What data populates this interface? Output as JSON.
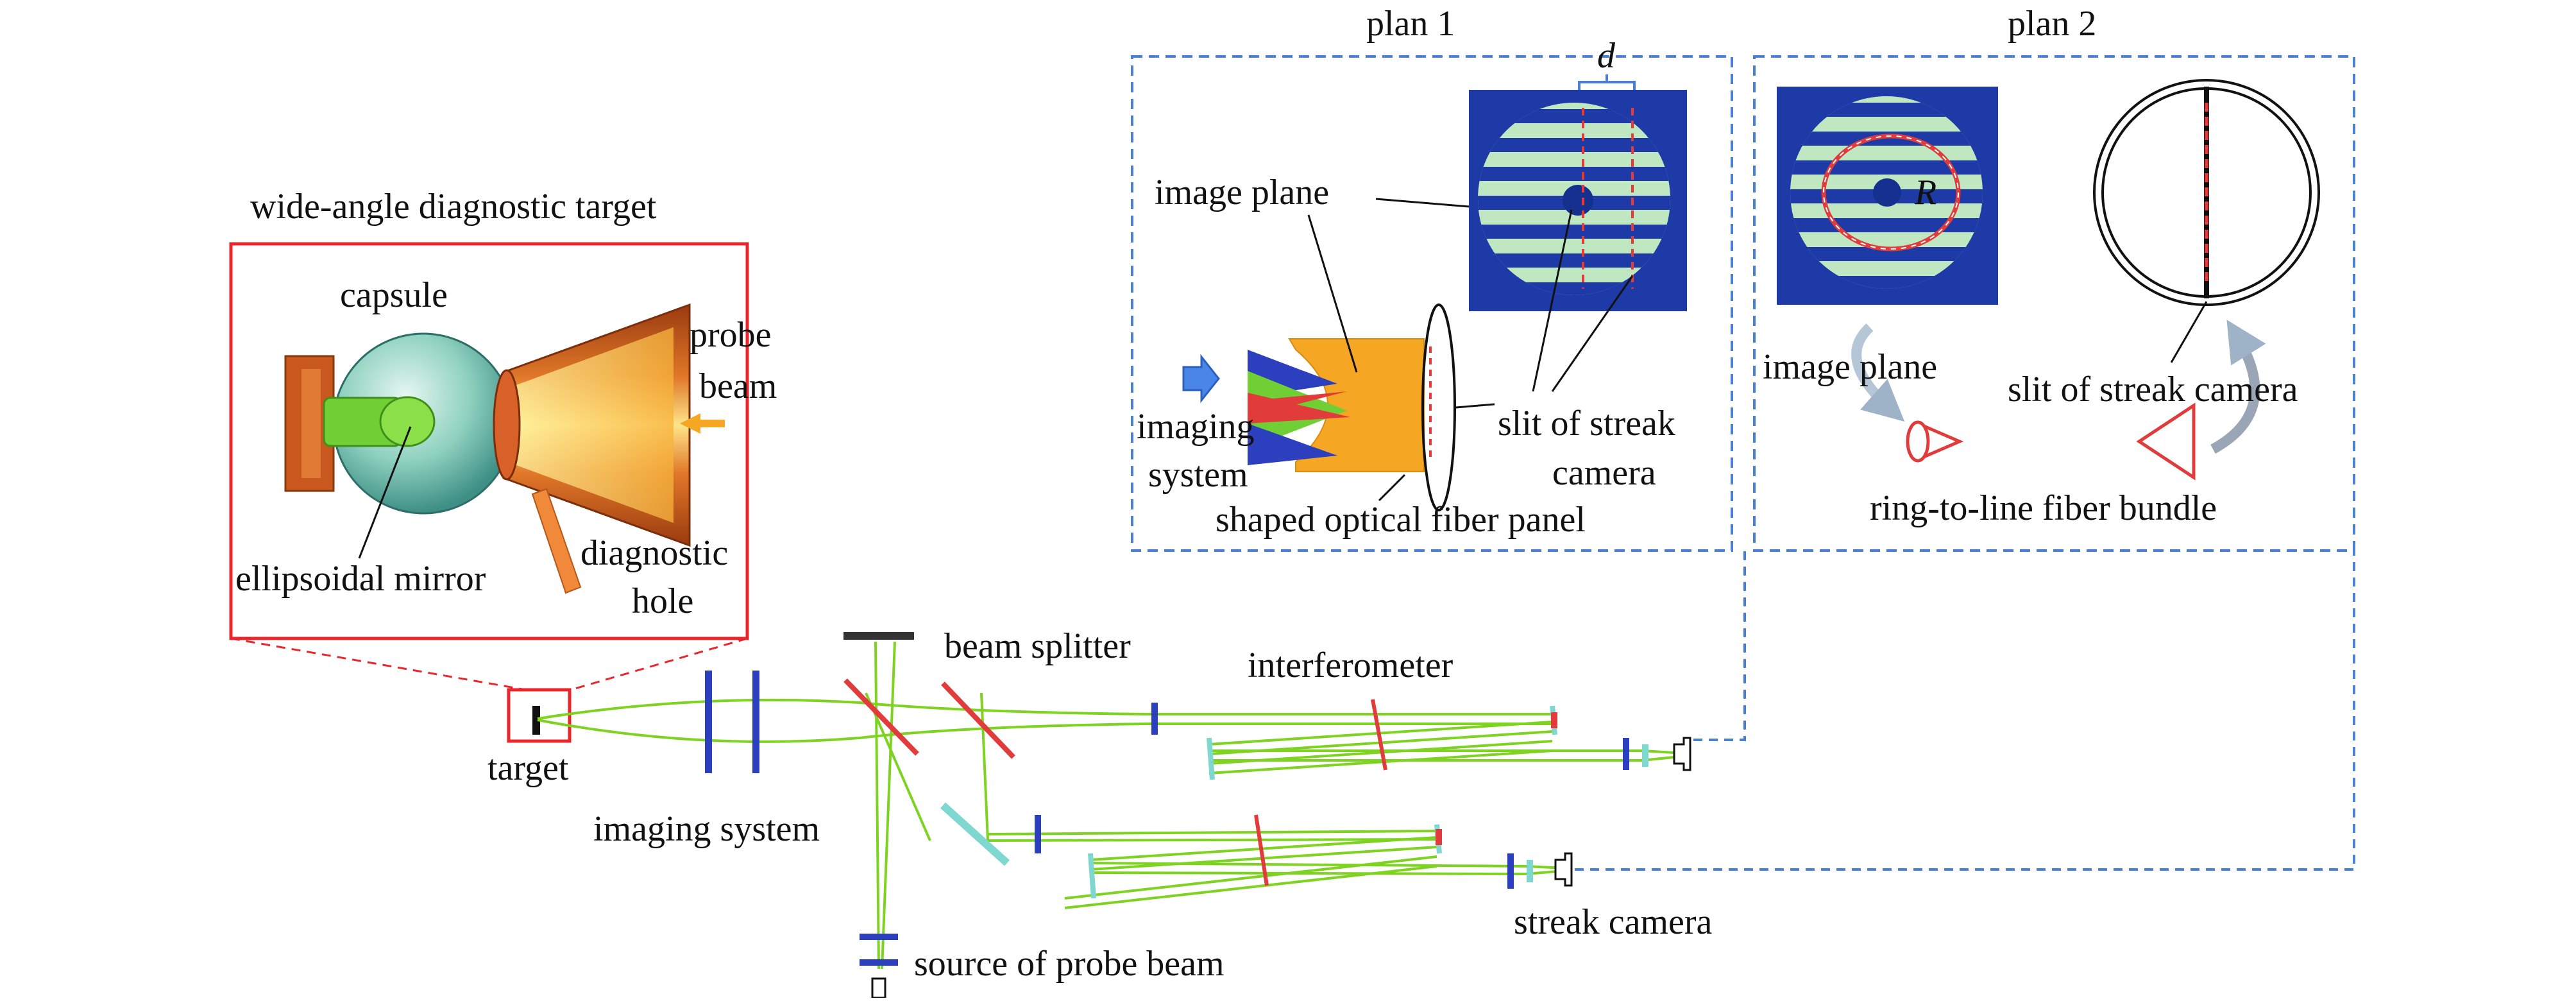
{
  "colors": {
    "box_red": "#e8262b",
    "box_blue": "#4a7fd4",
    "beam_green": "#7ed321",
    "optic_blue": "#2b3fbf",
    "optic_red": "#e23b3b",
    "optic_teal": "#7fd8cf",
    "field_navy": "#1e3aa6",
    "fringe_green": "#9ee29a",
    "orange": "#f5a623",
    "copper": "#c8581e"
  },
  "target_inset": {
    "title": "wide-angle diagnostic target",
    "capsule": "capsule",
    "probe": "probe",
    "beam": "beam",
    "ellipsoidal_mirror": "ellipsoidal mirror",
    "diagnostic": "diagnostic",
    "hole": "hole"
  },
  "plan1": {
    "title": "plan 1",
    "d": "d",
    "image_plane": "image plane",
    "imaging": "imaging",
    "system": "system",
    "slit_line1": "slit of streak",
    "slit_line2": "camera",
    "fiber_panel": "shaped optical fiber panel"
  },
  "plan2": {
    "title": "plan 2",
    "r": "R",
    "image_plane": "image plane",
    "slit": "slit of streak camera",
    "bundle": "ring-to-line fiber bundle"
  },
  "setup": {
    "target": "target",
    "imaging_system": "imaging system",
    "beam_splitter": "beam splitter",
    "interferometer": "interferometer",
    "source": "source of probe beam",
    "streak_camera": "streak camera"
  }
}
